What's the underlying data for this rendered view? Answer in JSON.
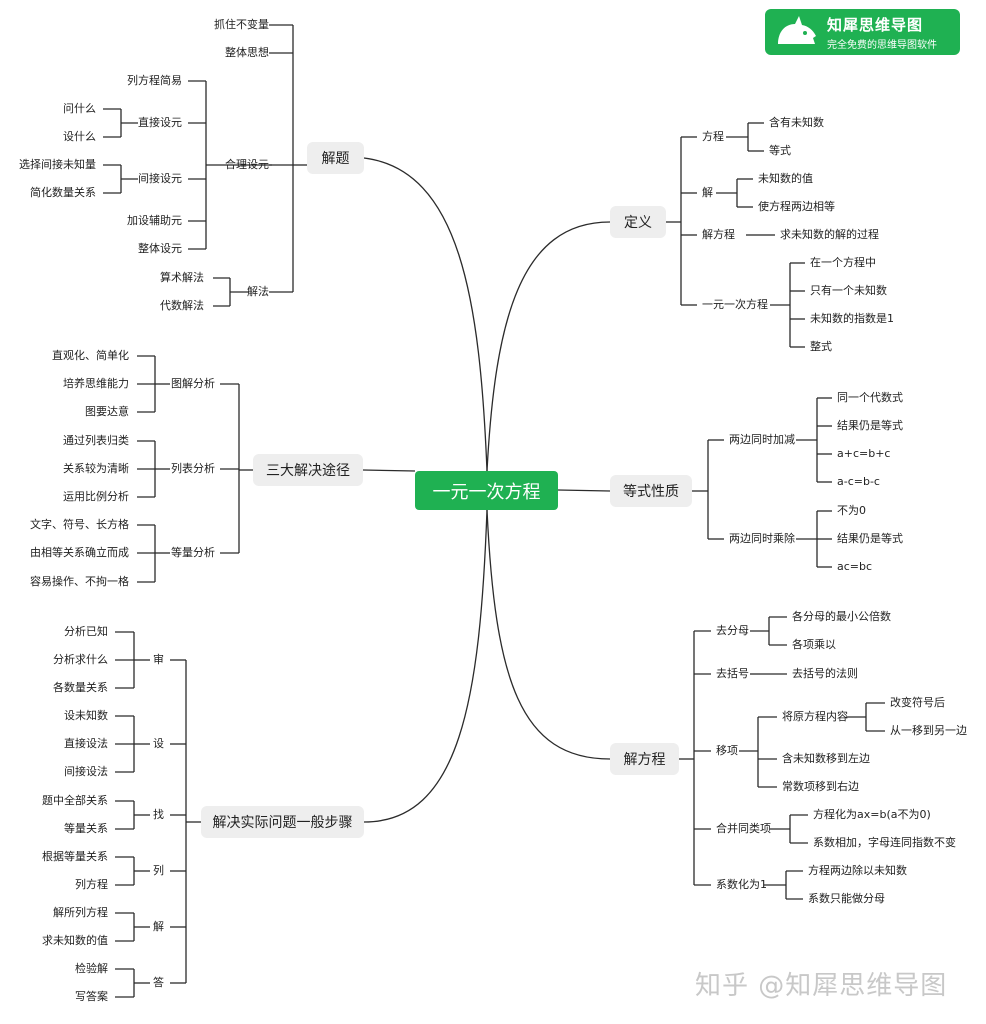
{
  "logo": {
    "title": "知犀思维导图",
    "subtitle": "完全免费的思维导图软件",
    "icon": "rhino-icon"
  },
  "watermark": "知乎 @知犀思维导图",
  "center": "一元一次方程",
  "topics": {
    "jieti": "解题",
    "sanda": "三大解决途径",
    "buzhou": "解决实际问题一般步骤",
    "dingyi": "定义",
    "dengshi": "等式性质",
    "jiefangcheng": "解方程"
  },
  "jieti": {
    "zhuazhu": "抓住不变量",
    "zhengti_sixiang": "整体思想",
    "heli": "合理设元",
    "liefangcheng": "列方程简易",
    "zhijie": "直接设元",
    "wen": "问什么",
    "she": "设什么",
    "jianjie": "间接设元",
    "xuanze": "选择间接未知量",
    "jianhua": "简化数量关系",
    "fuzhu": "加设辅助元",
    "zhengti_sheyuan": "整体设元",
    "jiefa": "解法",
    "suanshu": "算术解法",
    "daishu": "代数解法"
  },
  "sanda": {
    "tujie": "图解分析",
    "zhiguan": "直观化、简单化",
    "peiyang": "培养思维能力",
    "tuyao": "图要达意",
    "liebiao": "列表分析",
    "tongguo": "通过列表归类",
    "guanxi": "关系较为清晰",
    "yunyong": "运用比例分析",
    "dengliang": "等量分析",
    "wenzi": "文字、符号、长方格",
    "you": "由相等关系确立而成",
    "rongyi": "容易操作、不拘一格"
  },
  "buzhou": {
    "shen": "审",
    "fenxi_yizhi": "分析已知",
    "fenxi_qiu": "分析求什么",
    "ge_shuliang": "各数量关系",
    "she": "设",
    "she_weizhi": "设未知数",
    "zhijie": "直接设法",
    "jianjie": "间接设法",
    "zhao": "找",
    "timu": "题中全部关系",
    "dengliang": "等量关系",
    "lie": "列",
    "genju": "根据等量关系",
    "liefangcheng": "列方程",
    "jie": "解",
    "jiesuo": "解所列方程",
    "qiu": "求未知数的值",
    "da": "答",
    "jianyan": "检验解",
    "xie": "写答案"
  },
  "dingyi": {
    "fangcheng": "方程",
    "hanyou": "含有未知数",
    "dengshi": "等式",
    "jie": "解",
    "zhi": "未知数的值",
    "shi": "使方程两边相等",
    "jiefangcheng": "解方程",
    "qiu": "求未知数的解的过程",
    "yiyuan": "一元一次方程",
    "zai": "在一个方程中",
    "zhiyou": "只有一个未知数",
    "zhishu": "未知数的指数是1",
    "zhengshi": "整式"
  },
  "dengshi": {
    "jiajian": "两边同时加减",
    "tongyi": "同一个代数式",
    "jieguo1": "结果仍是等式",
    "f1": "a+c=b+c",
    "f2": "a-c=b-c",
    "chengchu": "两边同时乘除",
    "buwei": "不为0",
    "jieguo2": "结果仍是等式",
    "f3": "ac=bc"
  },
  "jiefangcheng": {
    "qufenmu": "去分母",
    "gongbei": "各分母的最小公倍数",
    "gexiang": "各项乘以",
    "qukuohao": "去括号",
    "faze": "去括号的法则",
    "yixiang": "移项",
    "jiang": "将原方程内容",
    "gaibian": "改变符号后",
    "cong": "从一移到另一边",
    "han": "含未知数移到左边",
    "chang": "常数项移到右边",
    "hebing": "合并同类项",
    "huawei": "方程化为ax=b(a不为0)",
    "xishu_xiangjia": "系数相加，字母连同指数不变",
    "xishu1": "系数化为1",
    "liangbian": "方程两边除以未知数",
    "zhineng": "系数只能做分母"
  }
}
